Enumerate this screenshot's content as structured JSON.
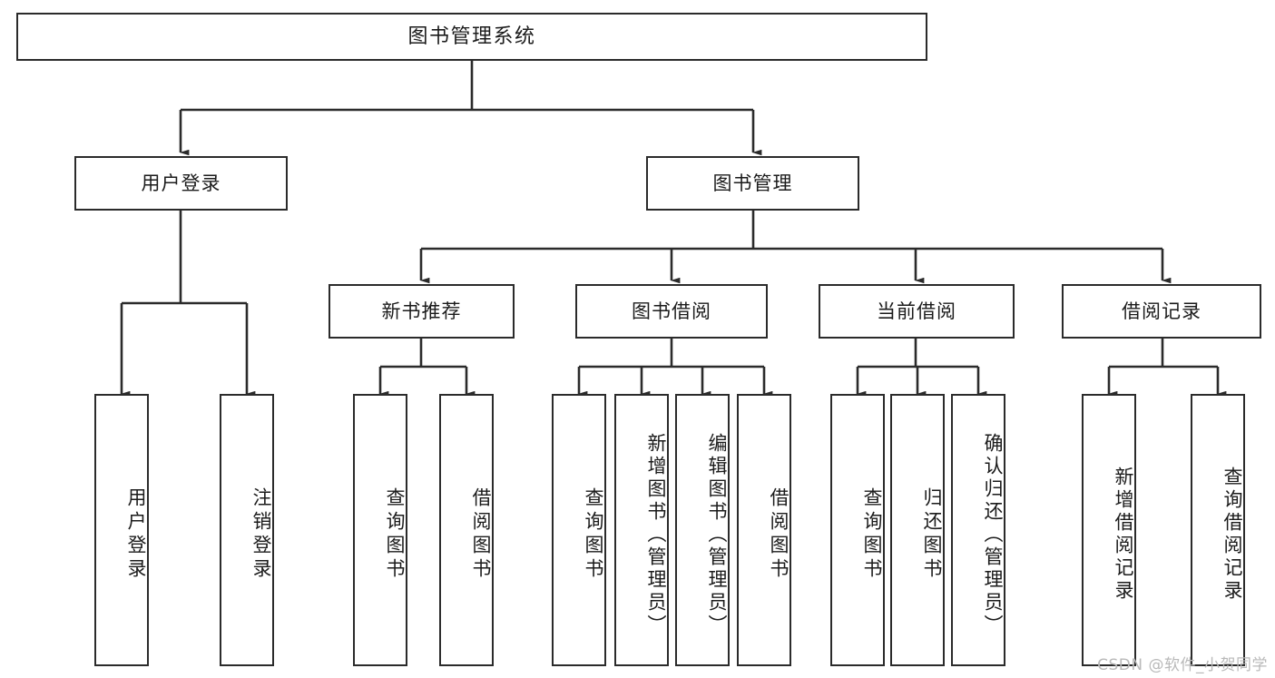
{
  "diagram": {
    "title": "图书管理系统",
    "type": "hierarchy-tree",
    "watermark": "CSDN @软件_小贺同学",
    "colors": {
      "stroke": "#2b2b2b",
      "fill": "#ffffff",
      "text": "#1b1b1b",
      "watermark": "#b9b9b9"
    },
    "root": {
      "label": "图书管理系统"
    },
    "level2": [
      {
        "id": "user-login",
        "label": "用户登录"
      },
      {
        "id": "book-manage",
        "label": "图书管理"
      }
    ],
    "level3": [
      {
        "id": "new-book-recommend",
        "label": "新书推荐"
      },
      {
        "id": "book-borrow",
        "label": "图书借阅"
      },
      {
        "id": "current-borrow",
        "label": "当前借阅"
      },
      {
        "id": "borrow-record",
        "label": "借阅记录"
      }
    ],
    "leaves": {
      "user_login": [
        {
          "id": "leaf-user-login",
          "label": "用户登录"
        },
        {
          "id": "leaf-logout",
          "label": "注销登录"
        }
      ],
      "new_book_recommend": [
        {
          "id": "leaf-query-book-1",
          "label": "查询图书"
        },
        {
          "id": "leaf-borrow-book-1",
          "label": "借阅图书"
        }
      ],
      "book_borrow": [
        {
          "id": "leaf-query-book-2",
          "label": "查询图书"
        },
        {
          "id": "leaf-add-book",
          "label": "新增图书（管理员）"
        },
        {
          "id": "leaf-edit-book",
          "label": "编辑图书（管理员）"
        },
        {
          "id": "leaf-borrow-book-2",
          "label": "借阅图书"
        }
      ],
      "current_borrow": [
        {
          "id": "leaf-query-book-3",
          "label": "查询图书"
        },
        {
          "id": "leaf-return-book",
          "label": "归还图书"
        },
        {
          "id": "leaf-confirm-return",
          "label": "确认归还（管理员）"
        }
      ],
      "borrow_record": [
        {
          "id": "leaf-add-record",
          "label": "新增借阅记录"
        },
        {
          "id": "leaf-query-record",
          "label": "查询借阅记录"
        }
      ]
    }
  }
}
